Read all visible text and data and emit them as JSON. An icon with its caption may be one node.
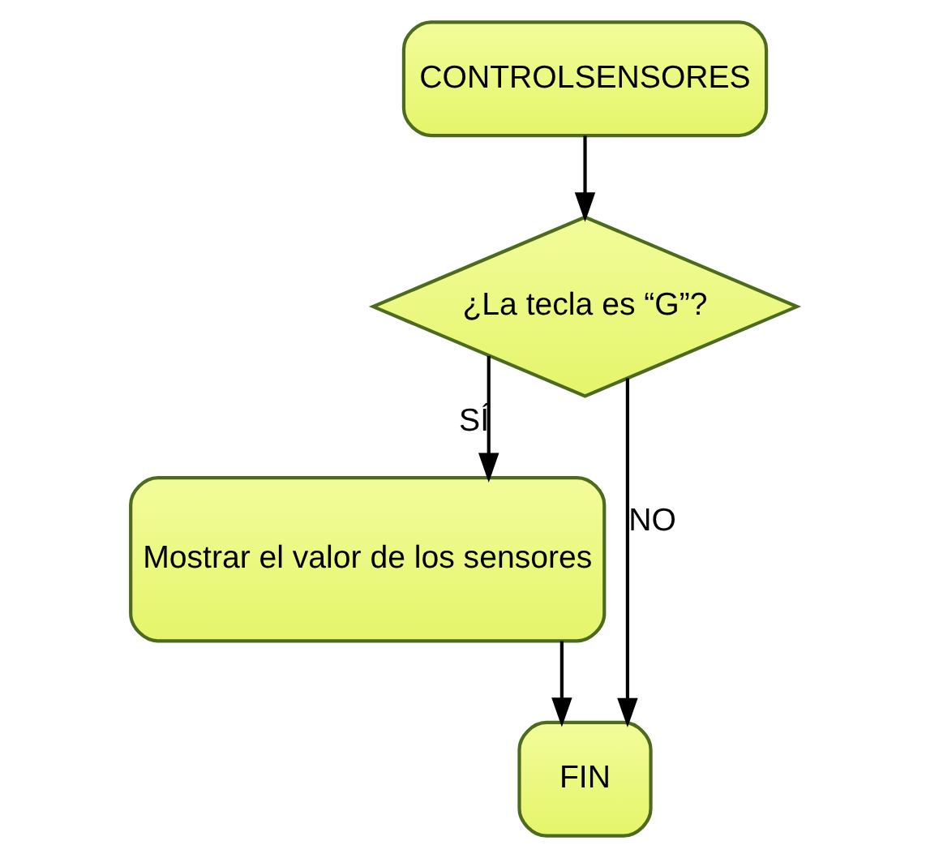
{
  "diagram": {
    "nodes": [
      {
        "text": [
          "CONTROLSENSORES"
        ]
      },
      {
        "text": [
          "¿La tecla es “G”?"
        ]
      },
      {
        "text": [
          "Mostrar el valor de los sensores"
        ]
      },
      {
        "text": [
          "FIN"
        ]
      }
    ],
    "edges": [
      {
        "from": 0,
        "to": 1,
        "arrow": "to"
      },
      {
        "from": 1,
        "to": 2,
        "label": "SÍ",
        "arrow": "to"
      },
      {
        "from": 1,
        "to": 3,
        "label": "NO",
        "arrow": "to"
      },
      {
        "from": 2,
        "to": 3,
        "arrow": "to"
      }
    ]
  }
}
